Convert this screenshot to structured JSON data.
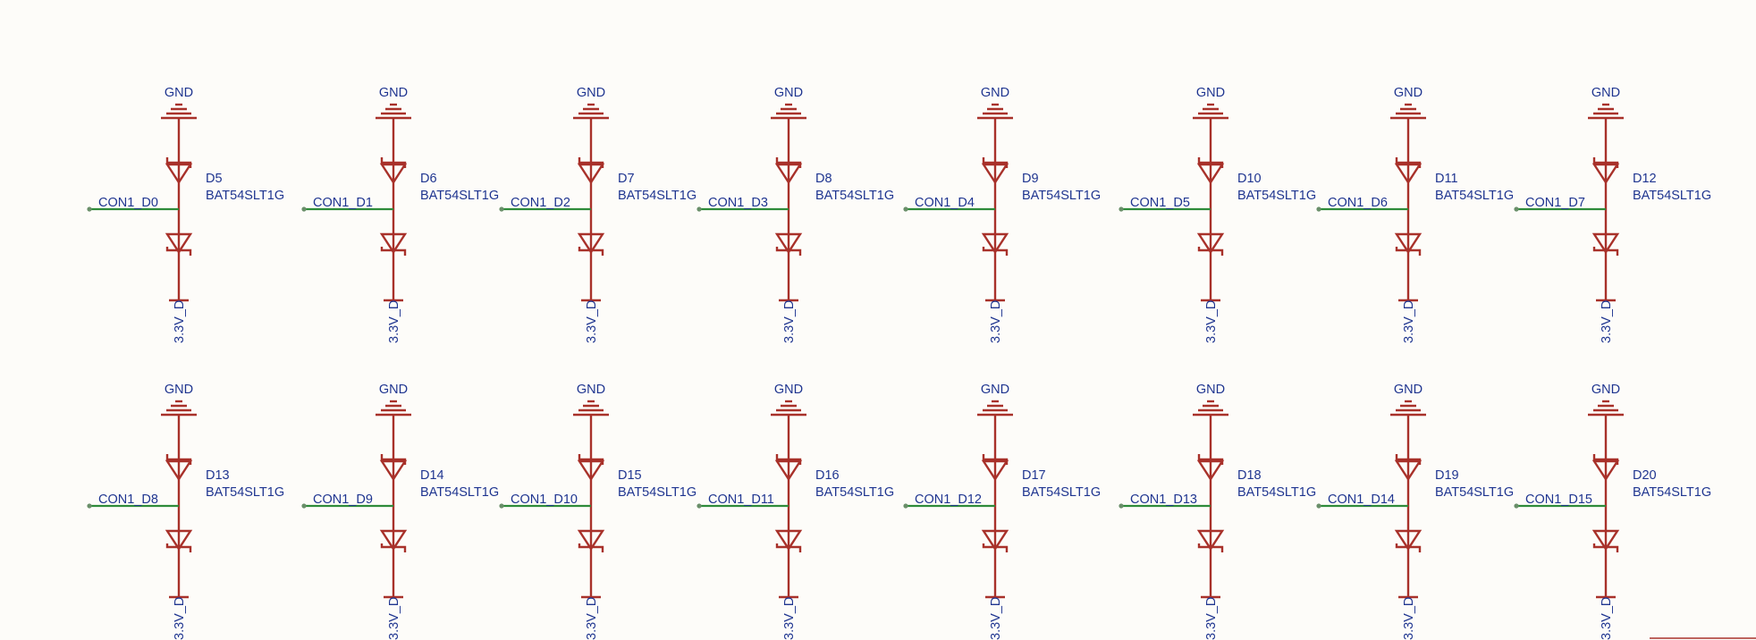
{
  "colors": {
    "background": "#fdfcf9",
    "component": "#a8312a",
    "wire": "#2e8b3a",
    "text": "#1f3590"
  },
  "power_label": "GND",
  "supply_label": "3.3V_D",
  "part_number": "BAT54SLT1G",
  "rows": [
    {
      "cells": [
        {
          "ref": "D5",
          "net": "CON1_D0"
        },
        {
          "ref": "D6",
          "net": "CON1_D1"
        },
        {
          "ref": "D7",
          "net": "CON1_D2"
        },
        {
          "ref": "D8",
          "net": "CON1_D3"
        },
        {
          "ref": "D9",
          "net": "CON1_D4"
        },
        {
          "ref": "D10",
          "net": "CON1_D5"
        },
        {
          "ref": "D11",
          "net": "CON1_D6"
        },
        {
          "ref": "D12",
          "net": "CON1_D7"
        }
      ]
    },
    {
      "cells": [
        {
          "ref": "D13",
          "net": "CON1_D8"
        },
        {
          "ref": "D14",
          "net": "CON1_D9"
        },
        {
          "ref": "D15",
          "net": "CON1_D10"
        },
        {
          "ref": "D16",
          "net": "CON1_D11"
        },
        {
          "ref": "D17",
          "net": "CON1_D12"
        },
        {
          "ref": "D18",
          "net": "CON1_D13"
        },
        {
          "ref": "D19",
          "net": "CON1_D14"
        },
        {
          "ref": "D20",
          "net": "CON1_D15"
        }
      ]
    }
  ]
}
